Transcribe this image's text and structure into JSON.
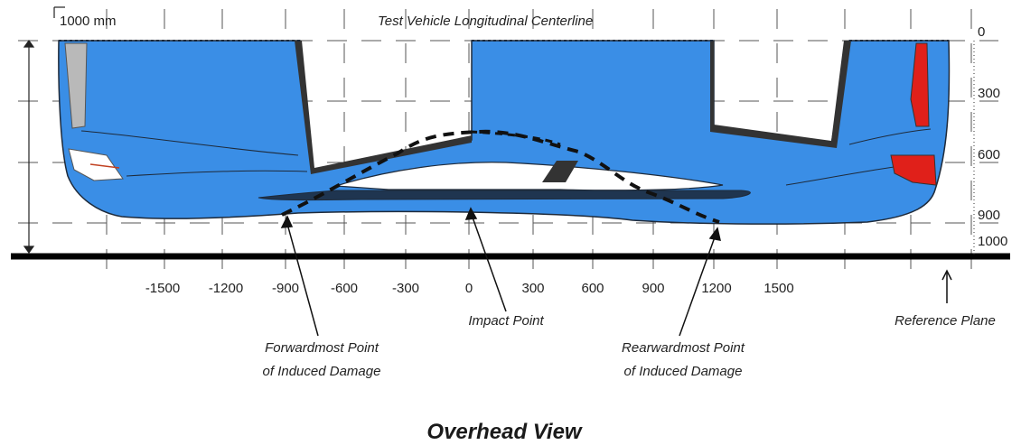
{
  "diagram": {
    "title": "Overhead View",
    "scale_label": "1000 mm",
    "centerline_label": "Test Vehicle Longitudinal Centerline",
    "impact_point_label": "Impact Point",
    "forward_damage_label": [
      "Forwardmost Point",
      "of Induced Damage"
    ],
    "rearward_damage_label": [
      "Rearwardmost Point",
      "of Induced Damage"
    ],
    "reference_plane_label": "Reference Plane",
    "x_ticks": [
      "-1500",
      "-1200",
      "-900",
      "-600",
      "-300",
      "0",
      "300",
      "600",
      "900",
      "1200",
      "1500"
    ],
    "y_ticks": [
      "0",
      "300",
      "600",
      "900",
      "1000"
    ],
    "colors": {
      "vehicle_body": "#3a8ee6",
      "outline": "#1e2a3a",
      "pillar": "#333333",
      "tail_light": "#e0201a",
      "grid": "#555555",
      "reference_plane": "#000000"
    }
  }
}
